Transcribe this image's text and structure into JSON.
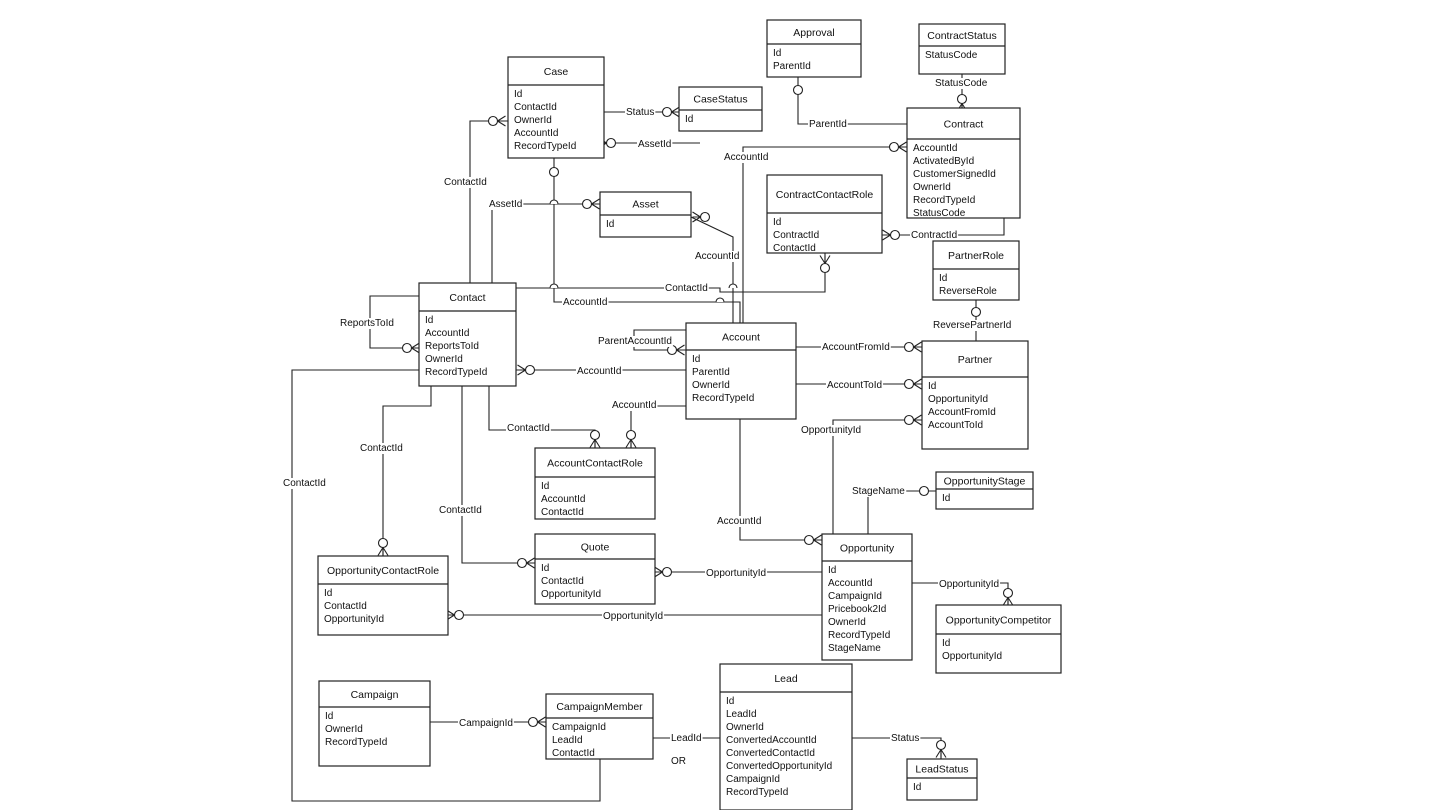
{
  "entities": [
    {
      "id": "approval",
      "title": "Approval",
      "fields": [
        "Id",
        "ParentId"
      ]
    },
    {
      "id": "contractstatus",
      "title": "ContractStatus",
      "fields": [
        "StatusCode"
      ]
    },
    {
      "id": "case",
      "title": "Case",
      "fields": [
        "Id",
        "ContactId",
        "OwnerId",
        "AccountId",
        "RecordTypeId"
      ]
    },
    {
      "id": "casestatus",
      "title": "CaseStatus",
      "fields": [
        "Id"
      ]
    },
    {
      "id": "contract",
      "title": "Contract",
      "fields": [
        "AccountId",
        "ActivatedById",
        "CustomerSignedId",
        "OwnerId",
        "RecordTypeId",
        "StatusCode"
      ]
    },
    {
      "id": "asset",
      "title": "Asset",
      "fields": [
        "Id"
      ]
    },
    {
      "id": "contractcontactrole",
      "title": "ContractContactRole",
      "fields": [
        "Id",
        "ContractId",
        "ContactId"
      ]
    },
    {
      "id": "partnerrole",
      "title": "PartnerRole",
      "fields": [
        "Id",
        "ReverseRole"
      ]
    },
    {
      "id": "contact",
      "title": "Contact",
      "fields": [
        "Id",
        "AccountId",
        "ReportsToId",
        "OwnerId",
        "RecordTypeId"
      ]
    },
    {
      "id": "account",
      "title": "Account",
      "fields": [
        "Id",
        "ParentId",
        "OwnerId",
        "RecordTypeId"
      ]
    },
    {
      "id": "partner",
      "title": "Partner",
      "fields": [
        "Id",
        "OpportunityId",
        "AccountFromId",
        "AccountToId"
      ]
    },
    {
      "id": "accountcontactrole",
      "title": "AccountContactRole",
      "fields": [
        "Id",
        "AccountId",
        "ContactId"
      ]
    },
    {
      "id": "opportunitystage",
      "title": "OpportunityStage",
      "fields": [
        "Id"
      ]
    },
    {
      "id": "quote",
      "title": "Quote",
      "fields": [
        "Id",
        "ContactId",
        "OpportunityId"
      ]
    },
    {
      "id": "opportunity",
      "title": "Opportunity",
      "fields": [
        "Id",
        "AccountId",
        "CampaignId",
        "Pricebook2Id",
        "OwnerId",
        "RecordTypeId",
        "StageName"
      ]
    },
    {
      "id": "opportunitycontactrole",
      "title": "OpportunityContactRole",
      "fields": [
        "Id",
        "ContactId",
        "OpportunityId"
      ]
    },
    {
      "id": "opportunitycompetitor",
      "title": "OpportunityCompetitor",
      "fields": [
        "Id",
        "OpportunityId"
      ]
    },
    {
      "id": "campaign",
      "title": "Campaign",
      "fields": [
        "Id",
        "OwnerId",
        "RecordTypeId"
      ]
    },
    {
      "id": "campaignmember",
      "title": "CampaignMember",
      "fields": [
        "CampaignId",
        "LeadId",
        "ContactId"
      ]
    },
    {
      "id": "lead",
      "title": "Lead",
      "fields": [
        "Id",
        "LeadId",
        "OwnerId",
        "ConvertedAccountId",
        "ConvertedContactId",
        "ConvertedOpportunityId",
        "CampaignId",
        "RecordTypeId"
      ]
    },
    {
      "id": "leadstatus",
      "title": "LeadStatus",
      "fields": [
        "Id"
      ]
    }
  ],
  "relationships": [
    {
      "id": "case-casestatus",
      "label": "Status"
    },
    {
      "id": "case-asset",
      "label": "AssetId"
    },
    {
      "id": "contact-case",
      "label": "ContactId"
    },
    {
      "id": "contact-asset",
      "label": "AssetId"
    },
    {
      "id": "approval-contract",
      "label": "ParentId"
    },
    {
      "id": "contractstatus-contract",
      "label": "StatusCode"
    },
    {
      "id": "account-contract",
      "label": "AccountId"
    },
    {
      "id": "contract-ccr",
      "label": "ContractId"
    },
    {
      "id": "account-asset",
      "label": "AccountId"
    },
    {
      "id": "contact-ccr",
      "label": "ContactId"
    },
    {
      "id": "case-account",
      "label": "AccountId"
    },
    {
      "id": "contact-reportsto",
      "label": "ReportsToId"
    },
    {
      "id": "account-parent",
      "label": "ParentAccountId"
    },
    {
      "id": "account-contact",
      "label": "AccountId"
    },
    {
      "id": "partnerrole-partner",
      "label": "ReversePartnerId"
    },
    {
      "id": "account-partner-from",
      "label": "AccountFromId"
    },
    {
      "id": "account-partner-to",
      "label": "AccountToId"
    },
    {
      "id": "opportunity-partner",
      "label": "OpportunityId"
    },
    {
      "id": "contact-acr",
      "label": "ContactId"
    },
    {
      "id": "account-acr",
      "label": "AccountId"
    },
    {
      "id": "contact-ocr",
      "label": "ContactId"
    },
    {
      "id": "contact-campaignmember",
      "label": "ContactId"
    },
    {
      "id": "contact-quote",
      "label": "ContactId"
    },
    {
      "id": "account-opportunity",
      "label": "AccountId"
    },
    {
      "id": "stage-opportunity",
      "label": "StageName"
    },
    {
      "id": "opportunity-quote",
      "label": "OpportunityId"
    },
    {
      "id": "opportunity-ocr",
      "label": "OpportunityId"
    },
    {
      "id": "opportunity-competitor",
      "label": "OpportunityId"
    },
    {
      "id": "campaign-campaignmember",
      "label": "CampaignId"
    },
    {
      "id": "lead-campaignmember",
      "label": "LeadId"
    },
    {
      "id": "leadstatus-lead",
      "label": "Status"
    }
  ],
  "annotations": {
    "or_label": "OR"
  }
}
